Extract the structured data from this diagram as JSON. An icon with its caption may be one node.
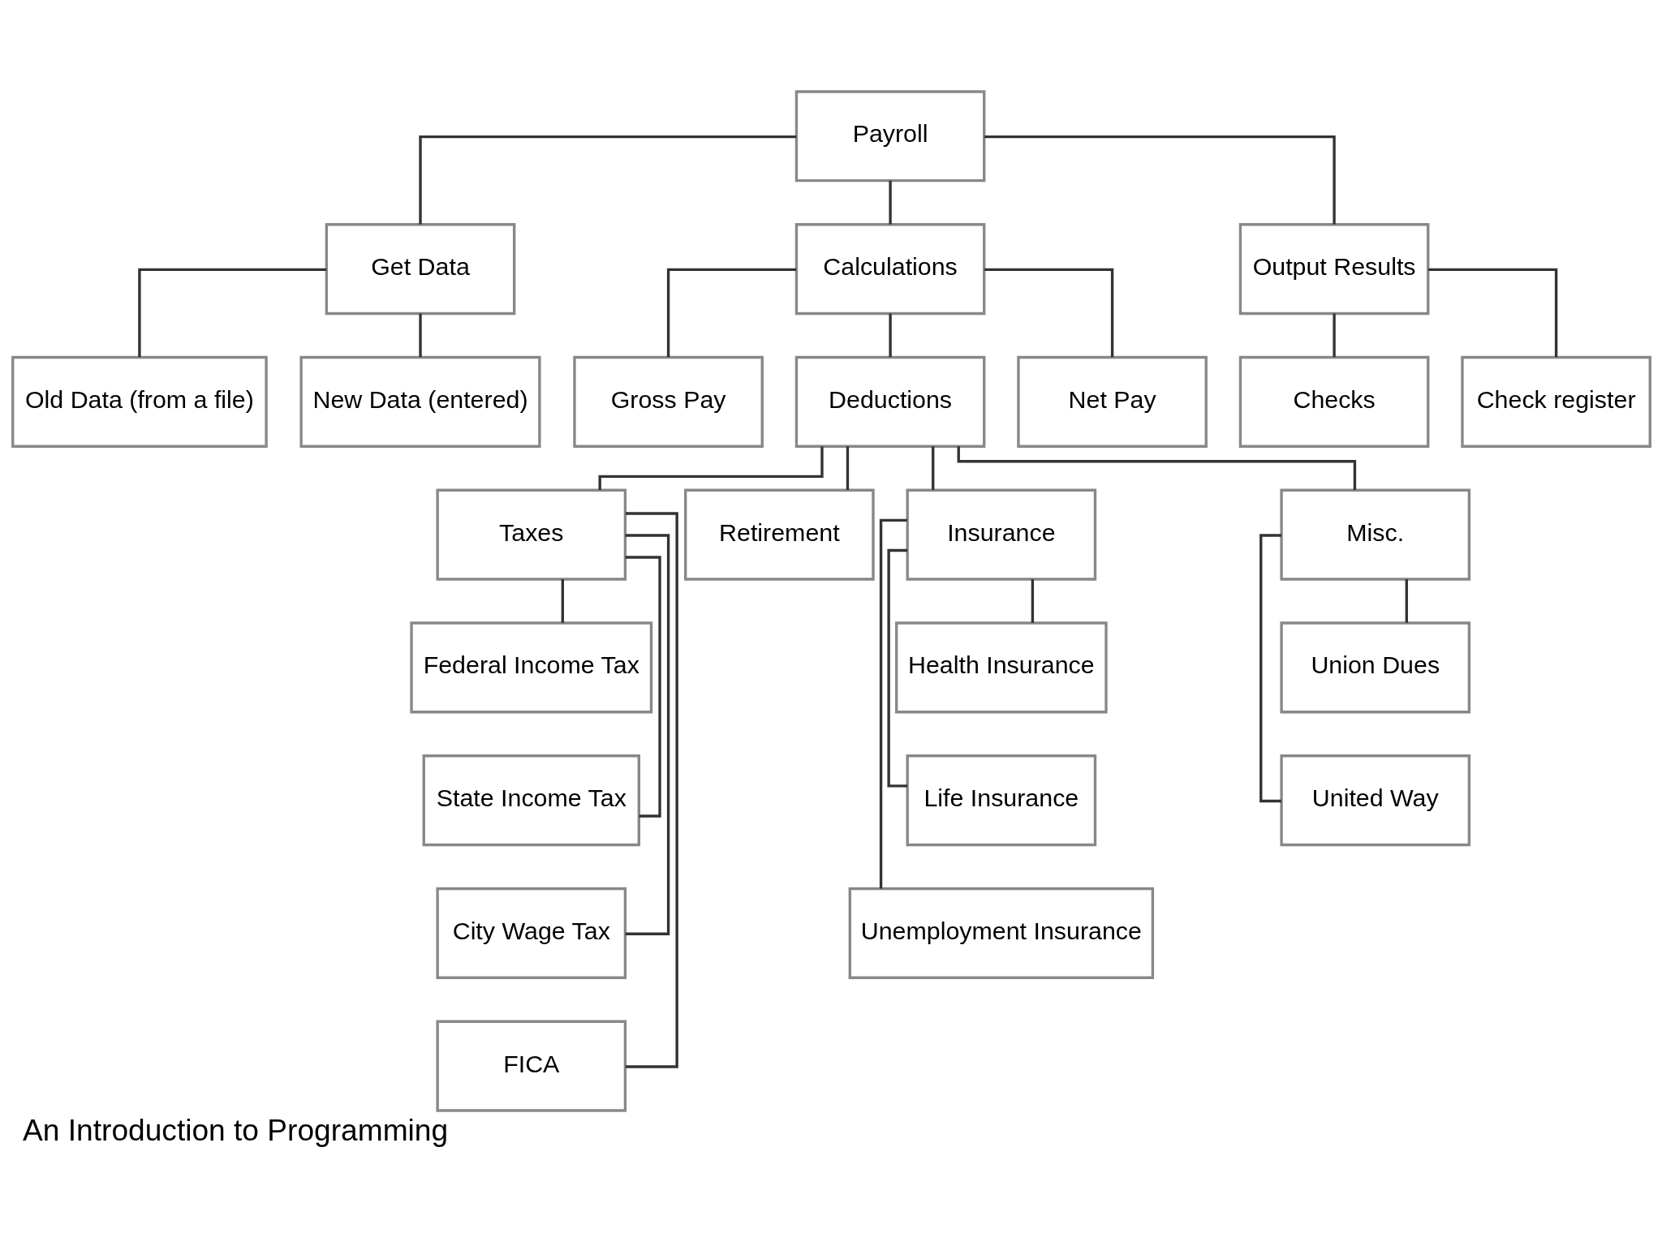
{
  "diagram": {
    "caption": "An Introduction to Programming",
    "nodes": [
      {
        "text": [
          "Payroll"
        ]
      },
      {
        "text": [
          "Get Data"
        ]
      },
      {
        "text": [
          "Calculations"
        ]
      },
      {
        "text": [
          "Output Results"
        ]
      },
      {
        "text": [
          "Old Data (from a file)"
        ]
      },
      {
        "text": [
          "New Data (entered)"
        ]
      },
      {
        "text": [
          "Gross Pay"
        ]
      },
      {
        "text": [
          "Deductions"
        ]
      },
      {
        "text": [
          "Net Pay"
        ]
      },
      {
        "text": [
          "Checks"
        ]
      },
      {
        "text": [
          "Check register"
        ]
      },
      {
        "text": [
          "Taxes"
        ]
      },
      {
        "text": [
          "Retirement"
        ]
      },
      {
        "text": [
          "Insurance"
        ]
      },
      {
        "text": [
          "Misc."
        ]
      },
      {
        "text": [
          "Federal Income Tax"
        ]
      },
      {
        "text": [
          "Health Insurance"
        ]
      },
      {
        "text": [
          "Union Dues"
        ]
      },
      {
        "text": [
          "State Income Tax"
        ]
      },
      {
        "text": [
          "Life Insurance"
        ]
      },
      {
        "text": [
          "United Way"
        ]
      },
      {
        "text": [
          "City Wage Tax"
        ]
      },
      {
        "text": [
          "Unemployment Insurance"
        ]
      },
      {
        "text": [
          "FICA"
        ]
      }
    ],
    "edges": [
      {
        "from": 0,
        "to": 1,
        "arrow": "none"
      },
      {
        "from": 0,
        "to": 2,
        "arrow": "none"
      },
      {
        "from": 0,
        "to": 3,
        "arrow": "none"
      },
      {
        "from": 1,
        "to": 4,
        "arrow": "none"
      },
      {
        "from": 1,
        "to": 5,
        "arrow": "none"
      },
      {
        "from": 2,
        "to": 6,
        "arrow": "none"
      },
      {
        "from": 2,
        "to": 7,
        "arrow": "none"
      },
      {
        "from": 2,
        "to": 8,
        "arrow": "none"
      },
      {
        "from": 3,
        "to": 9,
        "arrow": "none"
      },
      {
        "from": 3,
        "to": 10,
        "arrow": "none"
      },
      {
        "from": 7,
        "to": 11,
        "arrow": "none"
      },
      {
        "from": 7,
        "to": 12,
        "arrow": "none"
      },
      {
        "from": 7,
        "to": 13,
        "arrow": "none"
      },
      {
        "from": 7,
        "to": 14,
        "arrow": "none"
      },
      {
        "from": 11,
        "to": 15,
        "arrow": "none"
      },
      {
        "from": 11,
        "to": 18,
        "arrow": "none"
      },
      {
        "from": 11,
        "to": 21,
        "arrow": "none"
      },
      {
        "from": 11,
        "to": 23,
        "arrow": "none"
      },
      {
        "from": 13,
        "to": 16,
        "arrow": "none"
      },
      {
        "from": 13,
        "to": 19,
        "arrow": "none"
      },
      {
        "from": 13,
        "to": 22,
        "arrow": "none"
      },
      {
        "from": 14,
        "to": 17,
        "arrow": "none"
      },
      {
        "from": 14,
        "to": 20,
        "arrow": "none"
      }
    ]
  }
}
